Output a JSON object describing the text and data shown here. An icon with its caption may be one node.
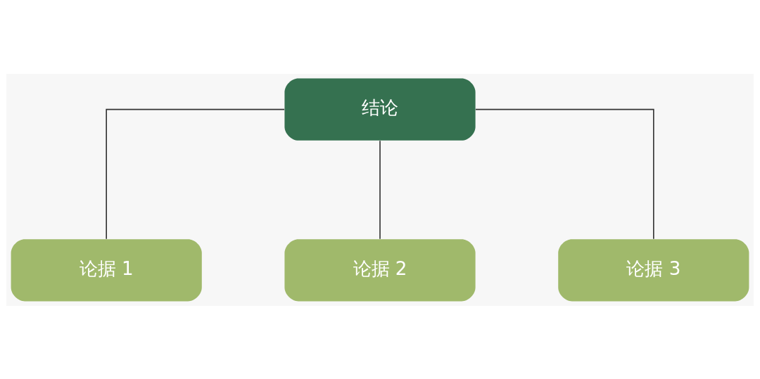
{
  "diagram": {
    "nodes": [
      {
        "text": [
          "结论"
        ]
      },
      {
        "text": [
          "论据 1"
        ]
      },
      {
        "text": [
          "论据 2"
        ]
      },
      {
        "text": [
          "论据 3"
        ]
      }
    ],
    "edges": [
      {
        "from": 0,
        "to": 1,
        "arrow": "none"
      },
      {
        "from": 0,
        "to": 2,
        "arrow": "none"
      },
      {
        "from": 0,
        "to": 3,
        "arrow": "none"
      }
    ]
  }
}
